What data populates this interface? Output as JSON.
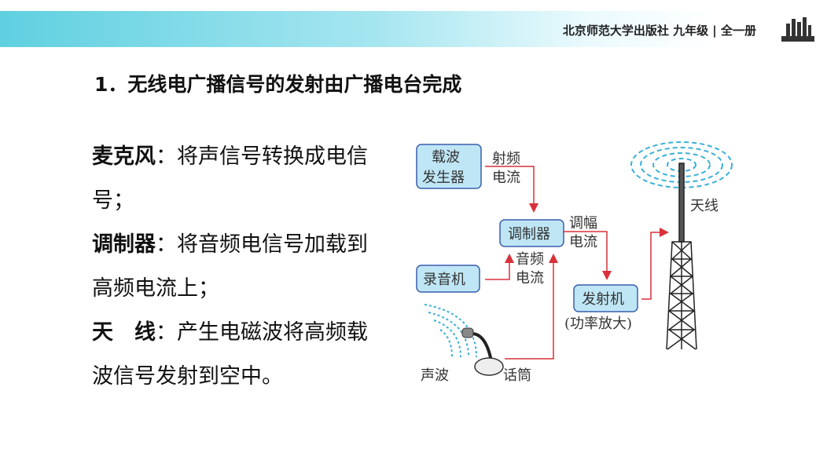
{
  "header": {
    "publisher": "北京师范大学出版社 九年级 | 全一册"
  },
  "title": "1．无线电广播信号的发射由广播电台完成",
  "items": [
    {
      "term": "麦克风",
      "desc": "：将声信号转换成电信号；"
    },
    {
      "term": "调制器",
      "desc": "：将音频电信号加载到高频电流上；"
    },
    {
      "term": "天　线",
      "desc": "：产生电磁波将高频载波信号发射到空中。"
    }
  ],
  "diagram": {
    "carrier_l1": "载波",
    "carrier_l2": "发生器",
    "rf_l1": "射频",
    "rf_l2": "电流",
    "modulator": "调制器",
    "am_l1": "调幅",
    "am_l2": "电流",
    "recorder": "录音机",
    "audio_l1": "音频",
    "audio_l2": "电流",
    "transmitter": "发射机",
    "amplify": "(功率放大)",
    "antenna": "天线",
    "sound_wave": "声波",
    "microphone": "话筒"
  },
  "colors": {
    "arrow": "#d9303a",
    "box_fill": "#bfe6f5",
    "box_stroke": "#3a5fae",
    "wave": "#3ab0d6"
  }
}
